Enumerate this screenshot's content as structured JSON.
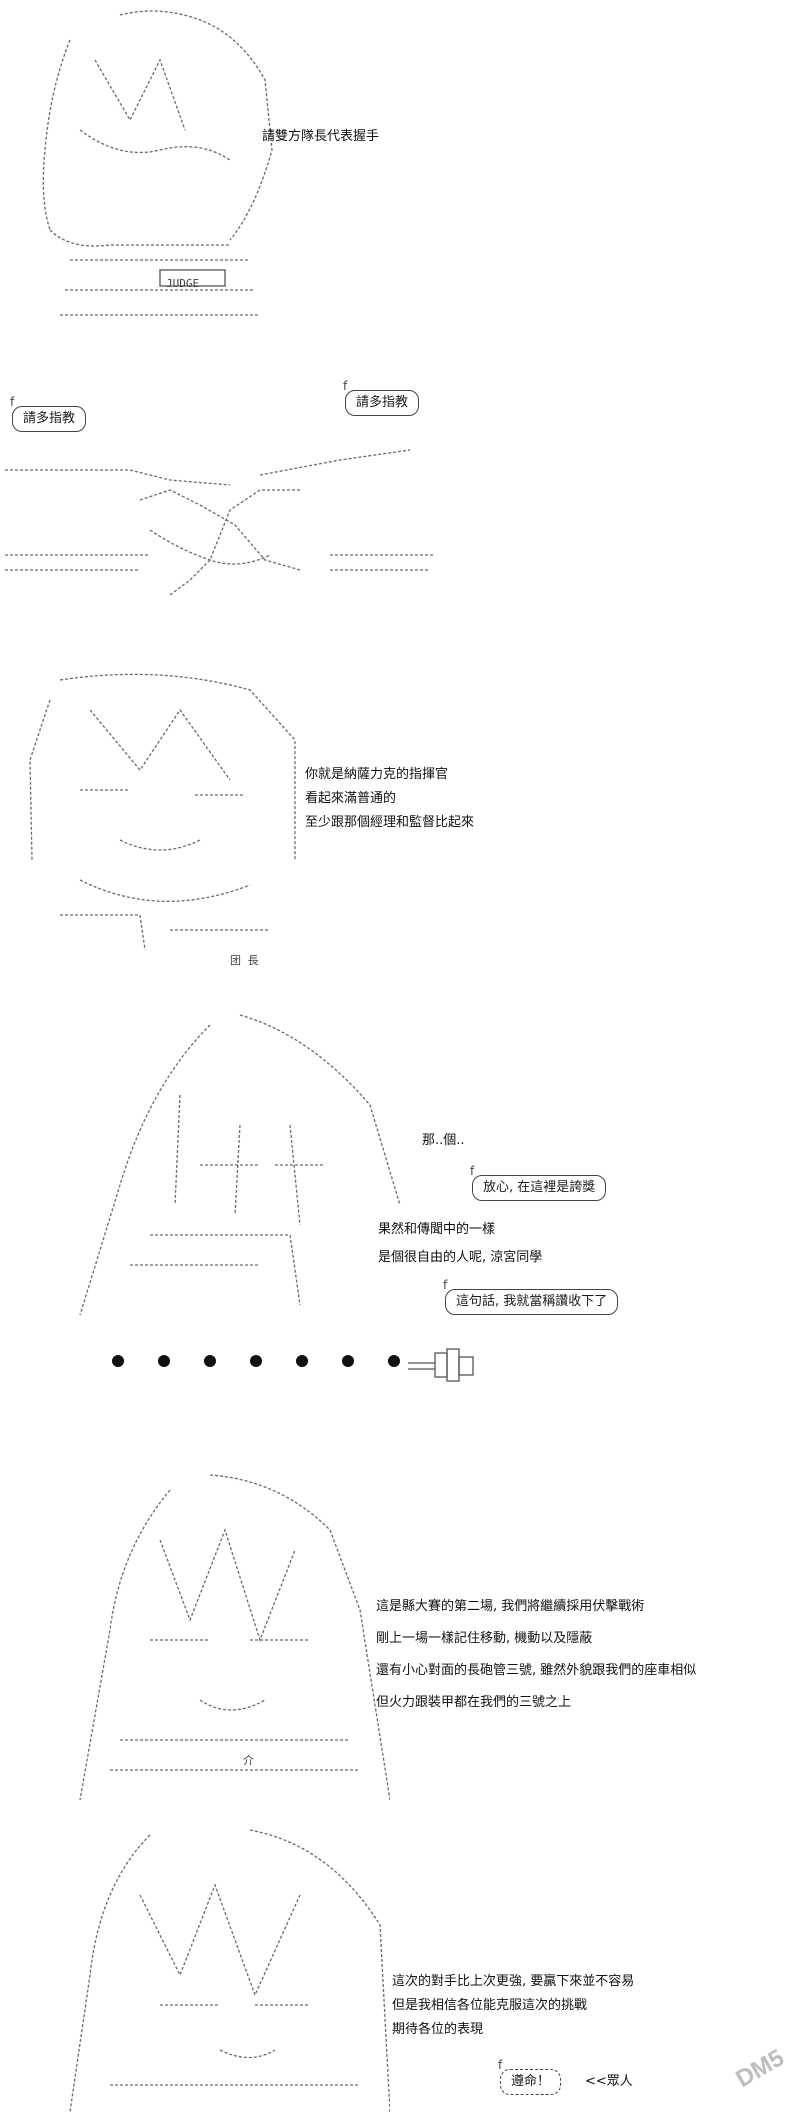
{
  "panel1": {
    "caption": "請雙方隊長代表握手",
    "judge_label": "JUDGE"
  },
  "panel2": {
    "bubble_left": "請多指教",
    "bubble_right": "請多指教"
  },
  "panel3": {
    "lines": [
      "你就是納薩力克的指揮官",
      "看起來滿普通的",
      "至少跟那個經理和監督比起來"
    ],
    "tag": "团 長"
  },
  "panel4": {
    "ellipsis": "那..個..",
    "bubble_a": "放心, 在這裡是誇獎",
    "lines": [
      "果然和傳聞中的一樣",
      "是個很自由的人呢, 涼宮同學"
    ],
    "bubble_b": "這句話, 我就當稱讚收下了"
  },
  "panel6": {
    "lines": [
      "這是縣大賽的第二場, 我們將繼續採用伏擊戰術",
      "剛上一場一樣記住移動, 機動以及隱蔽",
      "還有小心對面的長砲管三號, 雖然外貌跟我們的座車相似",
      "但火力跟裝甲都在我們的三號之上"
    ],
    "tag": "介"
  },
  "panel7": {
    "lines": [
      "這次的對手比上次更強, 要贏下來並不容易",
      "但是我相信各位能克服這次的挑戰",
      "期待各位的表現"
    ],
    "bubble": "遵命！",
    "crowd": "<<眾人"
  },
  "watermark": "DM5"
}
